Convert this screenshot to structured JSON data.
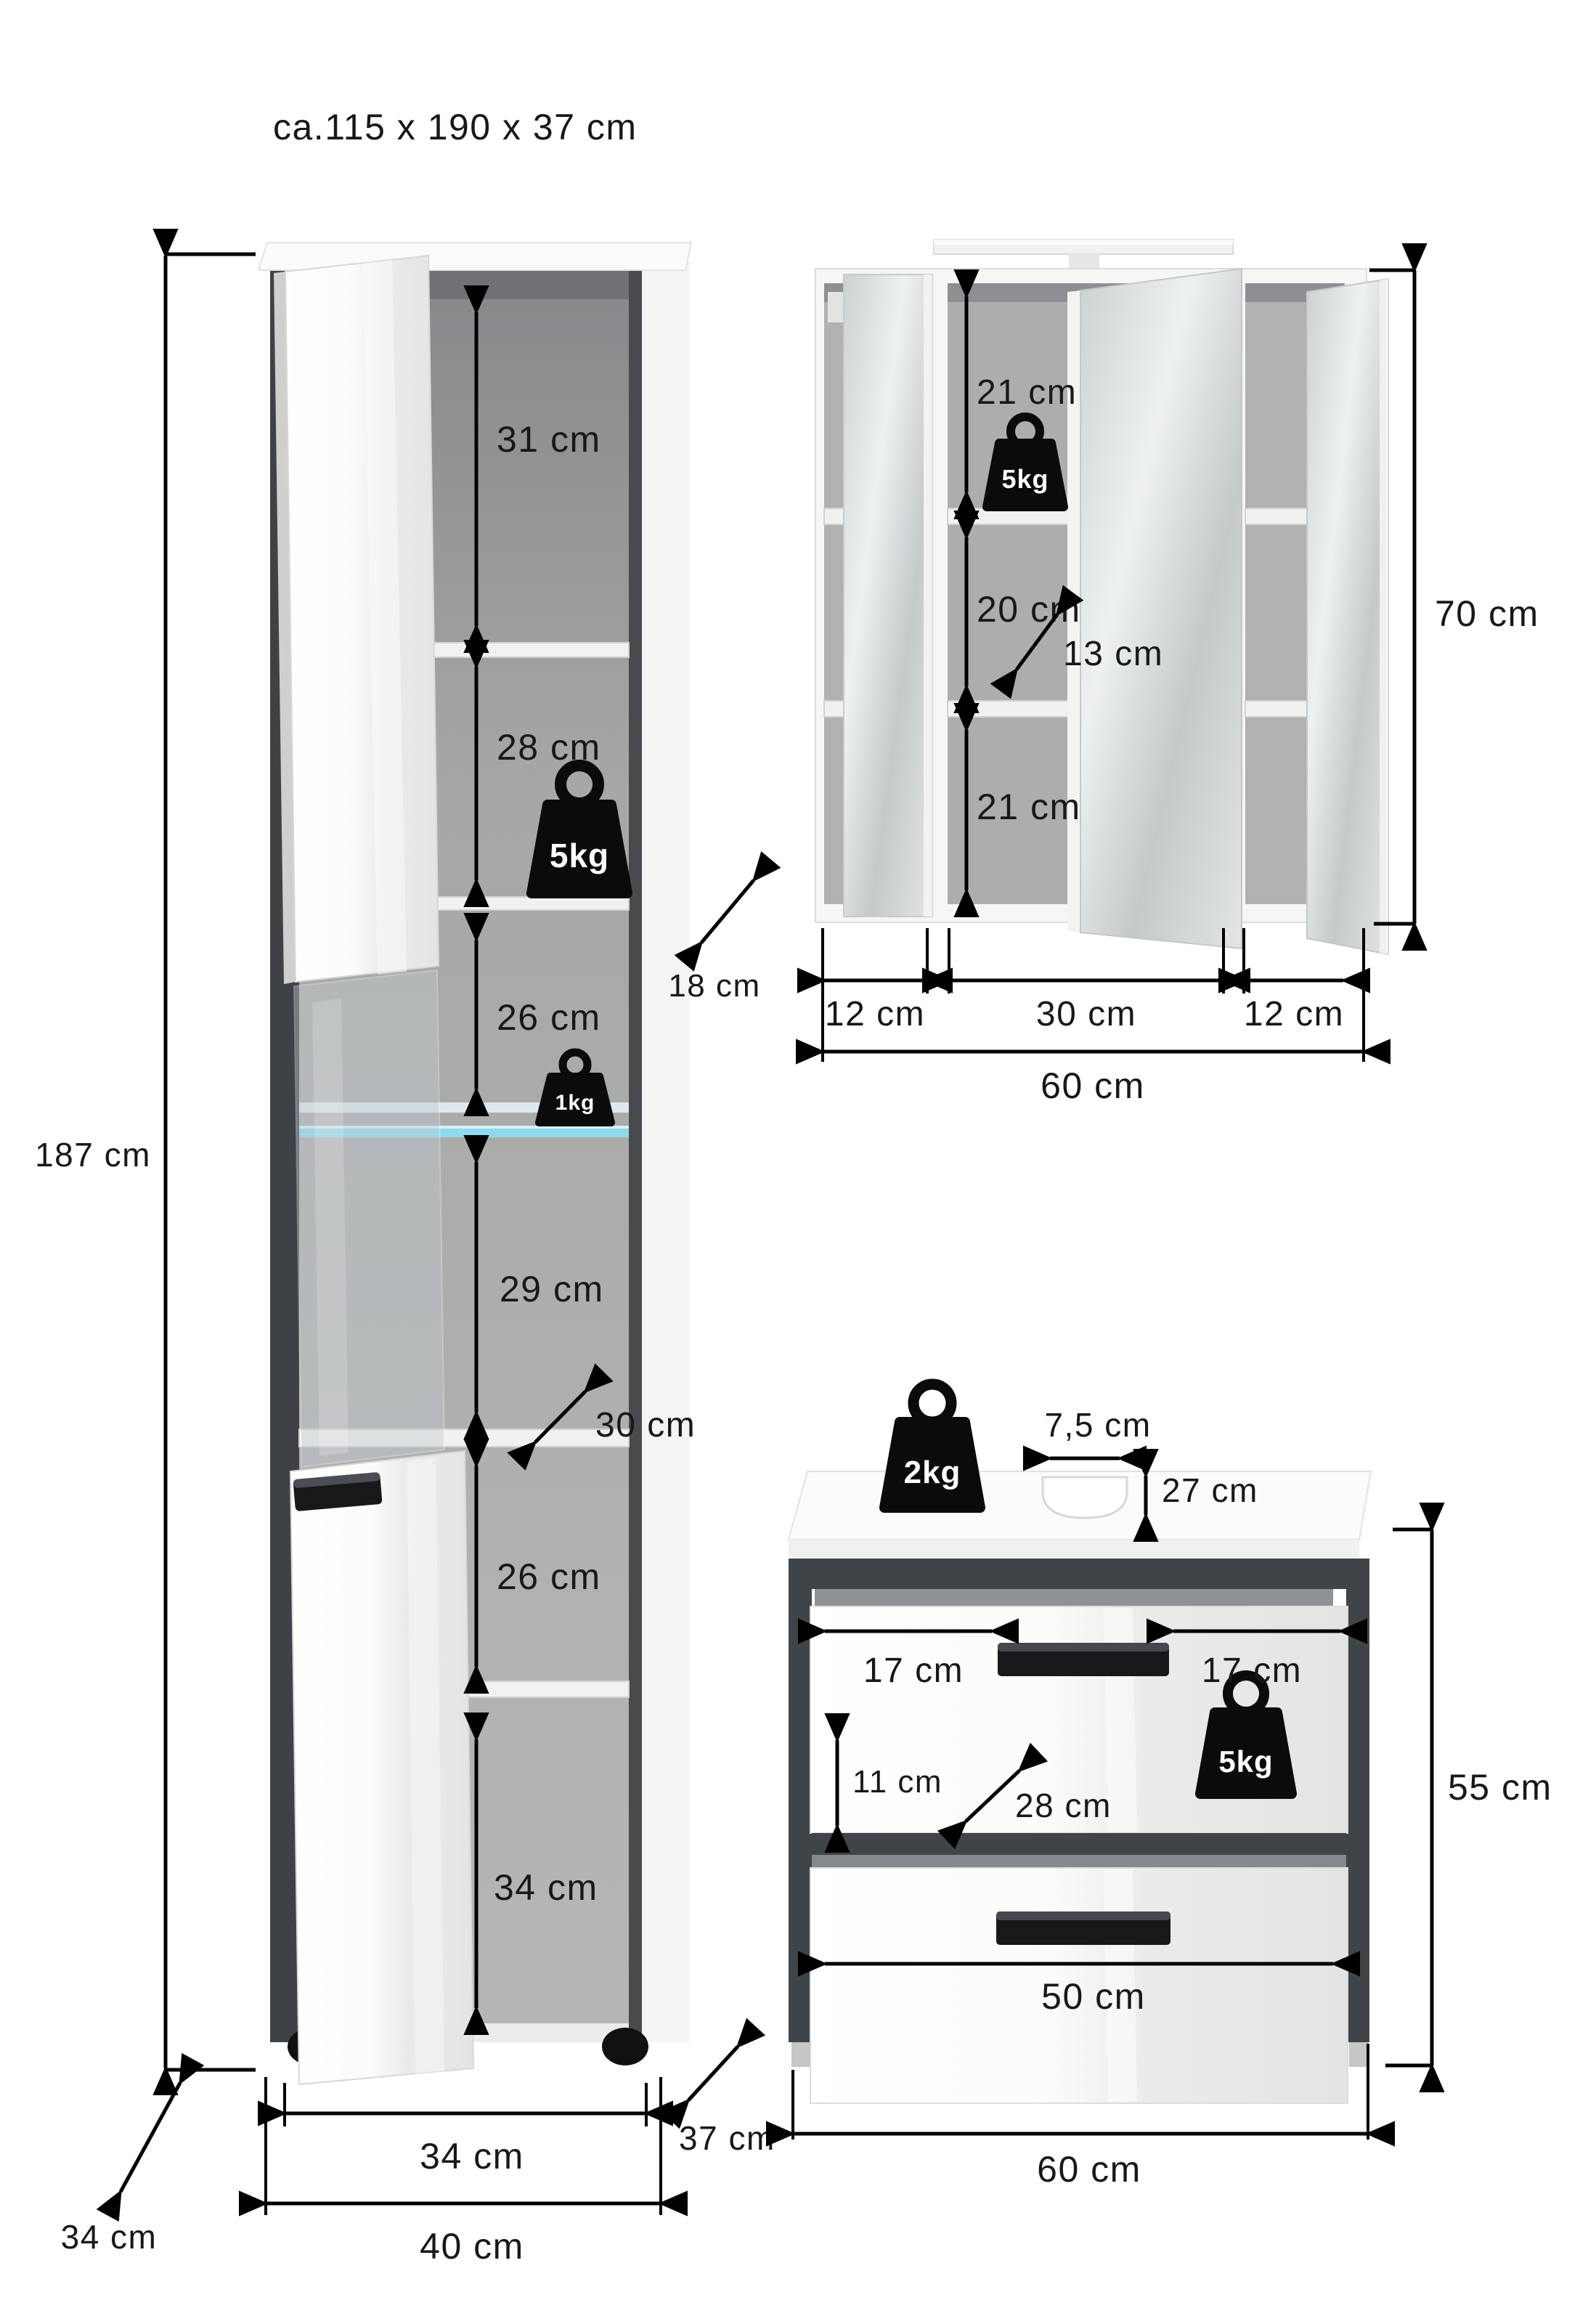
{
  "title": "ca.115 x 190 x 37 cm",
  "tall_cabinet": {
    "height": "187 cm",
    "compartment_1": "31 cm",
    "compartment_2": "28 cm",
    "compartment_3": "26 cm",
    "compartment_4": "29 cm",
    "compartment_5": "26 cm",
    "compartment_6": "34 cm",
    "shelf_depth": "30 cm",
    "inner_width": "34 cm",
    "outer_width": "40 cm",
    "side_depth": "34 cm",
    "total_depth": "37 cm",
    "max_load_shelf": "5kg",
    "max_load_glass_shelf": "1kg"
  },
  "mirror_cabinet": {
    "height": "70 cm",
    "compartment_top": "21 cm",
    "compartment_middle": "20 cm",
    "compartment_bottom": "21 cm",
    "shelf_depth": "13 cm",
    "door_left_width": "12 cm",
    "door_center_width": "30 cm",
    "door_right_width": "12 cm",
    "total_width": "60 cm",
    "body_depth": "18 cm",
    "max_load_shelf": "5kg"
  },
  "sink_cabinet": {
    "cutout_width": "7,5 cm",
    "cutout_depth": "27 cm",
    "max_load_top": "2kg",
    "flap_clearance_left": "17 cm",
    "flap_clearance_right": "17 cm",
    "flap_inner_height": "11 cm",
    "inner_depth": "28 cm",
    "max_load_inside": "5kg",
    "drawer_width": "50 cm",
    "total_width": "60 cm",
    "height": "55 cm"
  },
  "colors": {
    "frame_anthracite": "#3f4449",
    "led_strip": "#8fd9ec",
    "dimension_ink": "#000000"
  }
}
